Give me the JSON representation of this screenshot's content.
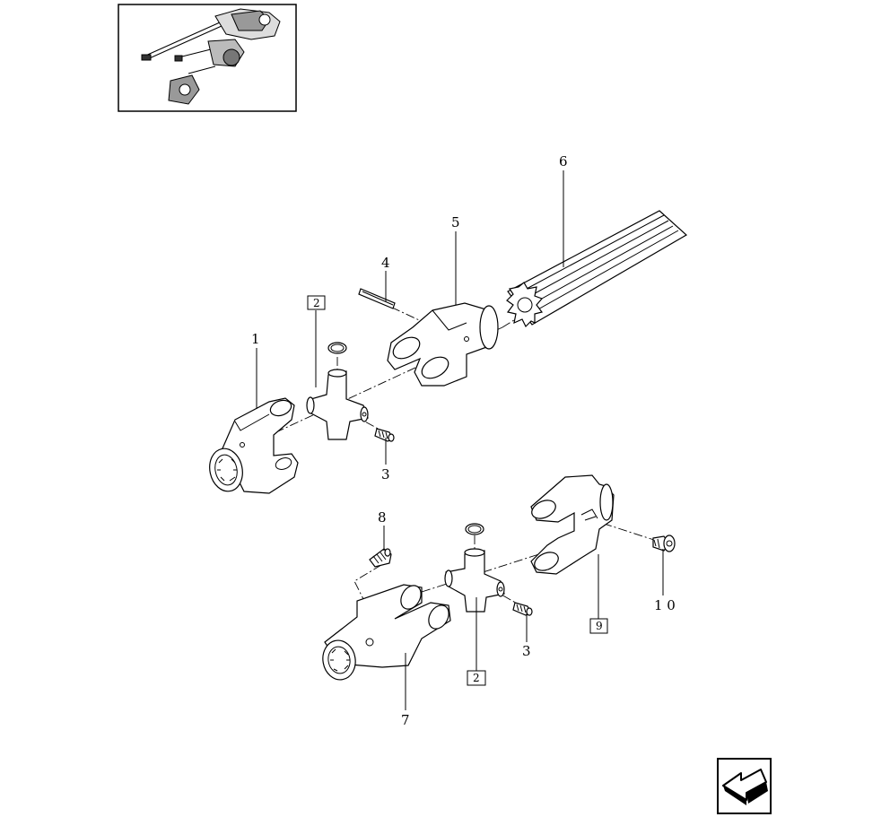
{
  "callouts": {
    "c1": "1",
    "c2a": "2",
    "c2b": "2",
    "c3a": "3",
    "c3b": "3",
    "c4": "4",
    "c5": "5",
    "c6": "6",
    "c7": "7",
    "c8": "8",
    "c9": "9",
    "c10": "1 0"
  },
  "icons": {
    "thumbnail": "assembly-overview-thumbnail",
    "nav": "next-page-arrow-icon"
  }
}
